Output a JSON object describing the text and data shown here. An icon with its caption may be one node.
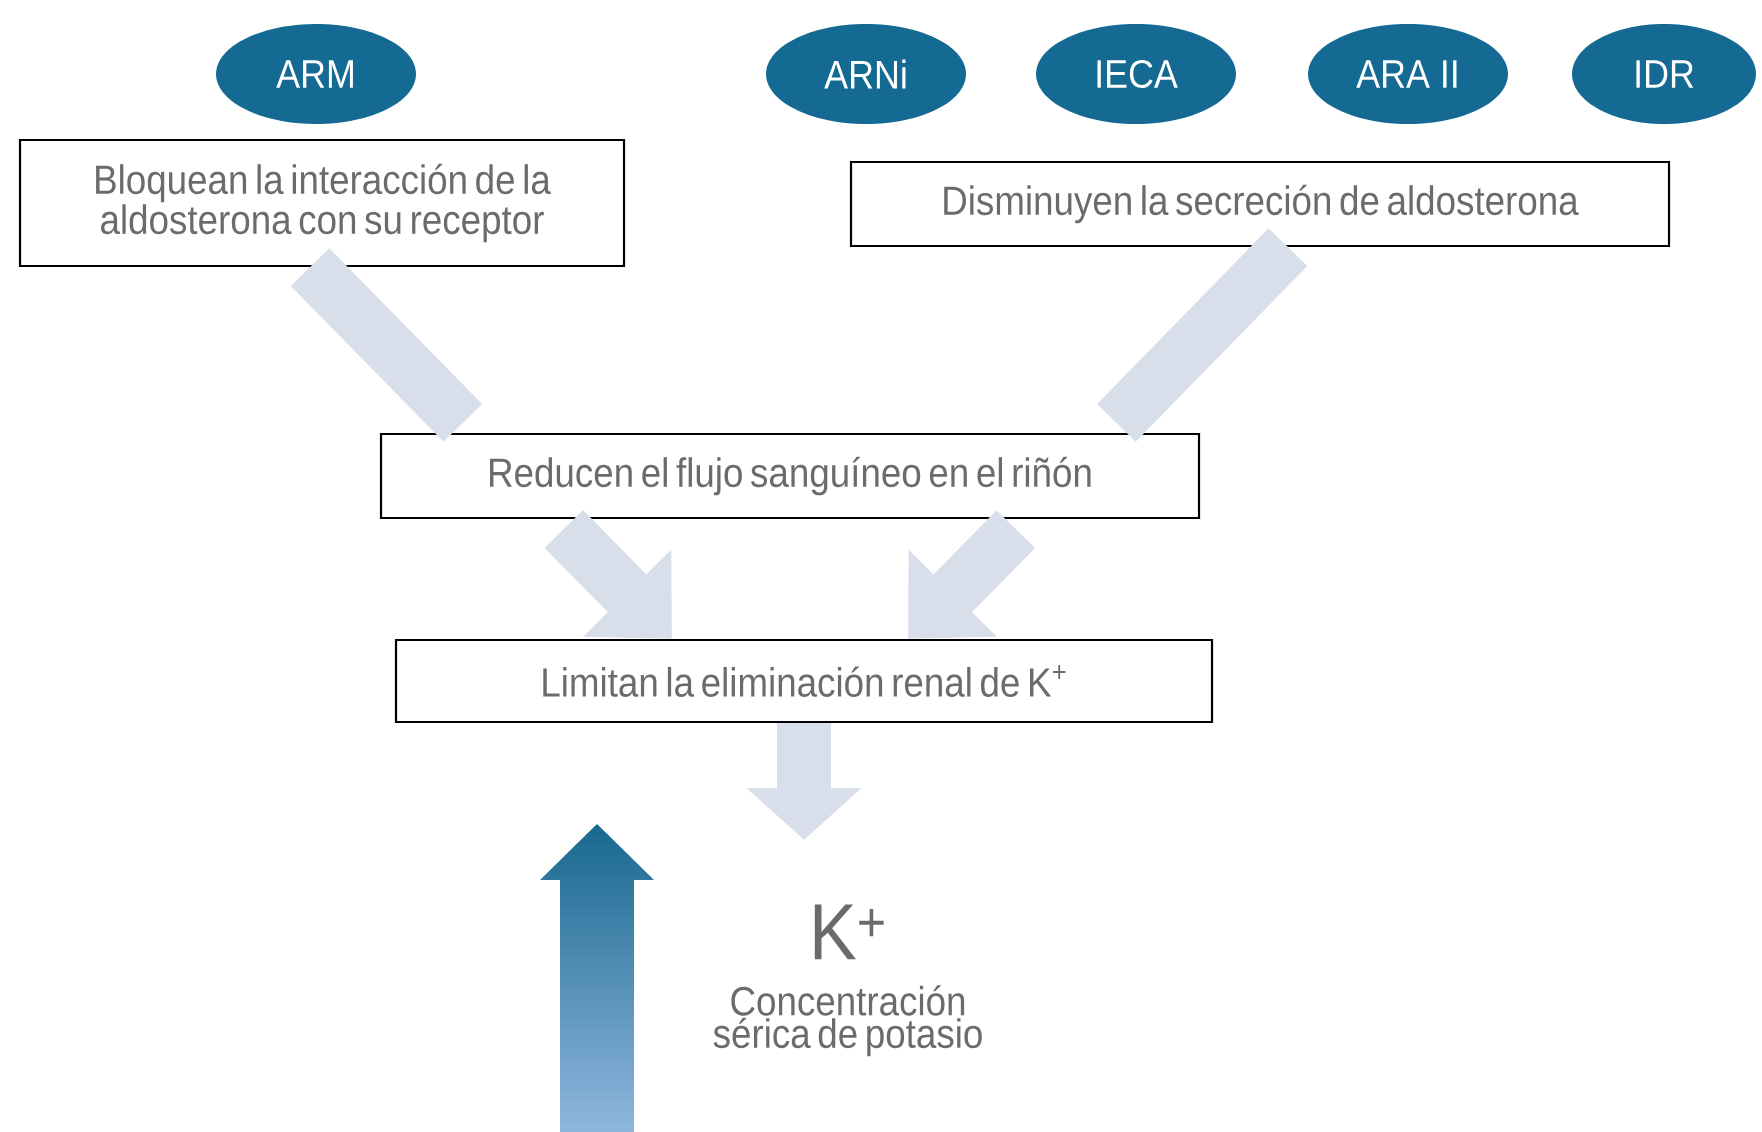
{
  "diagram": {
    "nodes": [
      {
        "text": [
          "ARM"
        ]
      },
      {
        "text": [
          "ARNi"
        ]
      },
      {
        "text": [
          "IECA"
        ]
      },
      {
        "text": [
          "ARA II"
        ]
      },
      {
        "text": [
          "IDR"
        ]
      },
      {
        "text": [
          "Bloquean la interacción de la aldosterona con su receptor"
        ]
      },
      {
        "text": [
          "Disminuyen la secreción de aldosterona"
        ]
      },
      {
        "text": [
          "Reducen el flujo sanguíneo en el riñón"
        ]
      },
      {
        "text": [
          "Limitan la eliminación renal de K$^{+}$"
        ]
      },
      {
        "text": [
          "K$^{+}$",
          "Concentración sérica de potasio"
        ]
      }
    ],
    "edges": [
      {
        "from": 5,
        "to": 7,
        "arrow": "none"
      },
      {
        "from": 6,
        "to": 7,
        "arrow": "none"
      },
      {
        "from": 7,
        "to": 8,
        "arrow": "to"
      },
      {
        "from": 7,
        "to": 8,
        "arrow": "to"
      },
      {
        "from": 8,
        "to": 9,
        "arrow": "to"
      }
    ]
  }
}
